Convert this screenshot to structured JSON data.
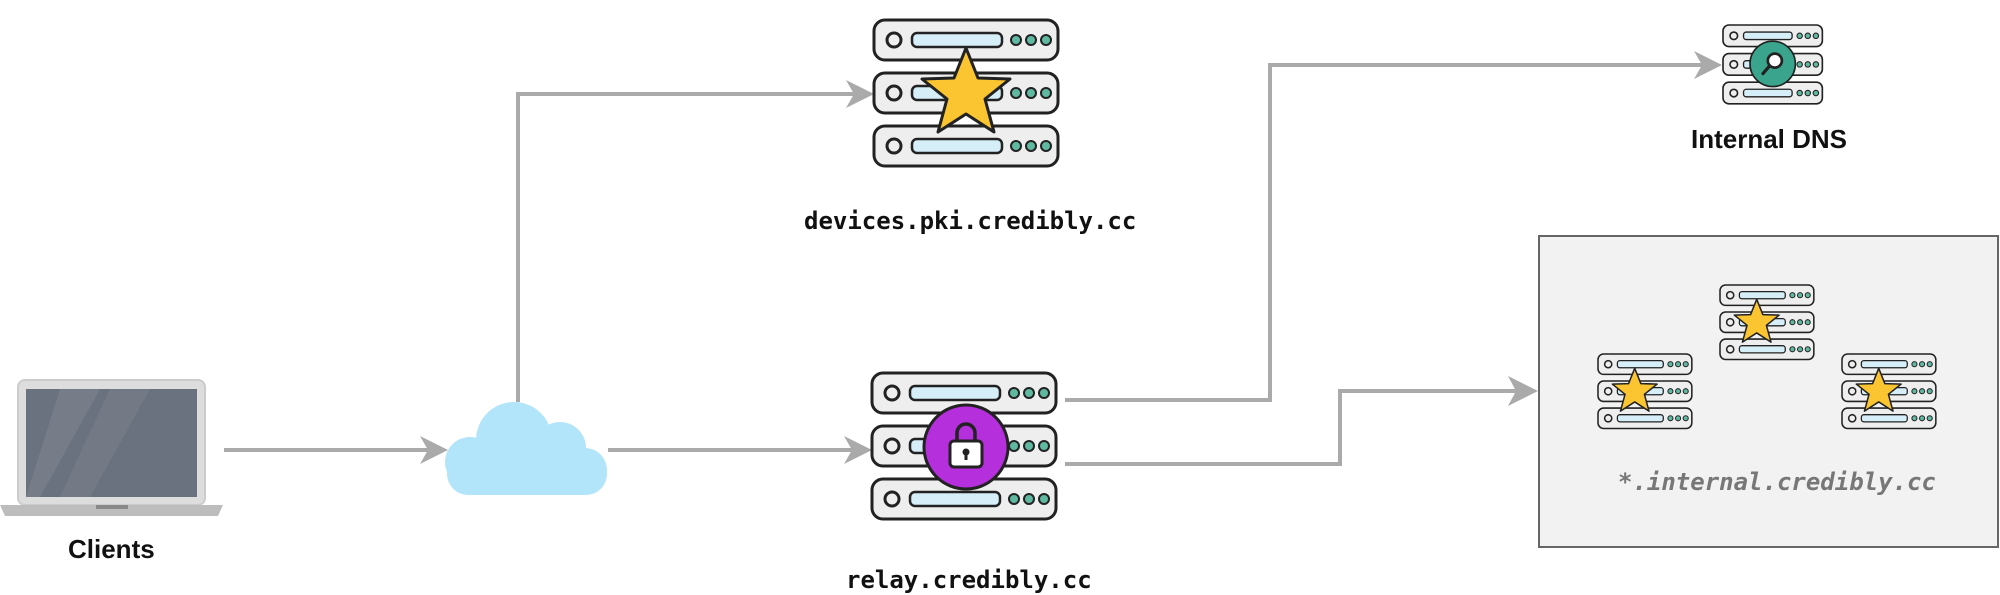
{
  "labels": {
    "clients": "Clients",
    "devices_host": "devices.pki.credibly.cc",
    "relay_host": "relay.credibly.cc",
    "dns": "Internal DNS",
    "internal_host": "*.internal.credibly.cc"
  },
  "icons": {
    "client": "laptop-icon",
    "network": "cloud-icon",
    "devices_server": "server-star-icon",
    "relay_server": "server-lock-icon",
    "dns_server": "server-magnifier-icon",
    "internal_servers": "server-star-icon"
  },
  "colors": {
    "arrow": "#aaaaaa",
    "cloud": "#b3e5fa",
    "star": "#fbc531",
    "lock_badge": "#b52fdc",
    "dns_badge": "#3aa58c",
    "server_fill": "#eeeeee",
    "server_slot": "#d6eef7",
    "group_box_fill": "#f2f2f2"
  }
}
